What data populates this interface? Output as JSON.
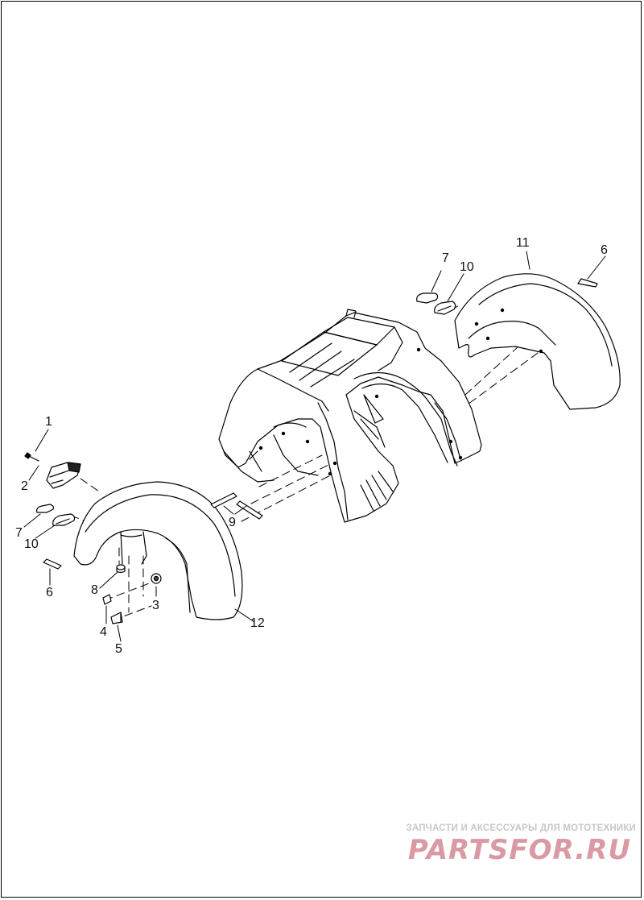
{
  "diagram": {
    "callouts": [
      {
        "id": "c1",
        "text": "1"
      },
      {
        "id": "c2",
        "text": "2"
      },
      {
        "id": "c3",
        "text": "3"
      },
      {
        "id": "c4",
        "text": "4"
      },
      {
        "id": "c5",
        "text": "5"
      },
      {
        "id": "c6a",
        "text": "6"
      },
      {
        "id": "c6b",
        "text": "6"
      },
      {
        "id": "c7a",
        "text": "7"
      },
      {
        "id": "c7b",
        "text": "7"
      },
      {
        "id": "c8",
        "text": "8"
      },
      {
        "id": "c9",
        "text": "9"
      },
      {
        "id": "c10a",
        "text": "10"
      },
      {
        "id": "c10b",
        "text": "10"
      },
      {
        "id": "c11",
        "text": "11"
      },
      {
        "id": "c12",
        "text": "12"
      }
    ]
  },
  "watermark": {
    "tagline": "ЗАПЧАСТИ И АКСЕССУАРЫ ДЛЯ МОТОТЕХНИКИ",
    "logo": "PARTSFOR.RU"
  }
}
